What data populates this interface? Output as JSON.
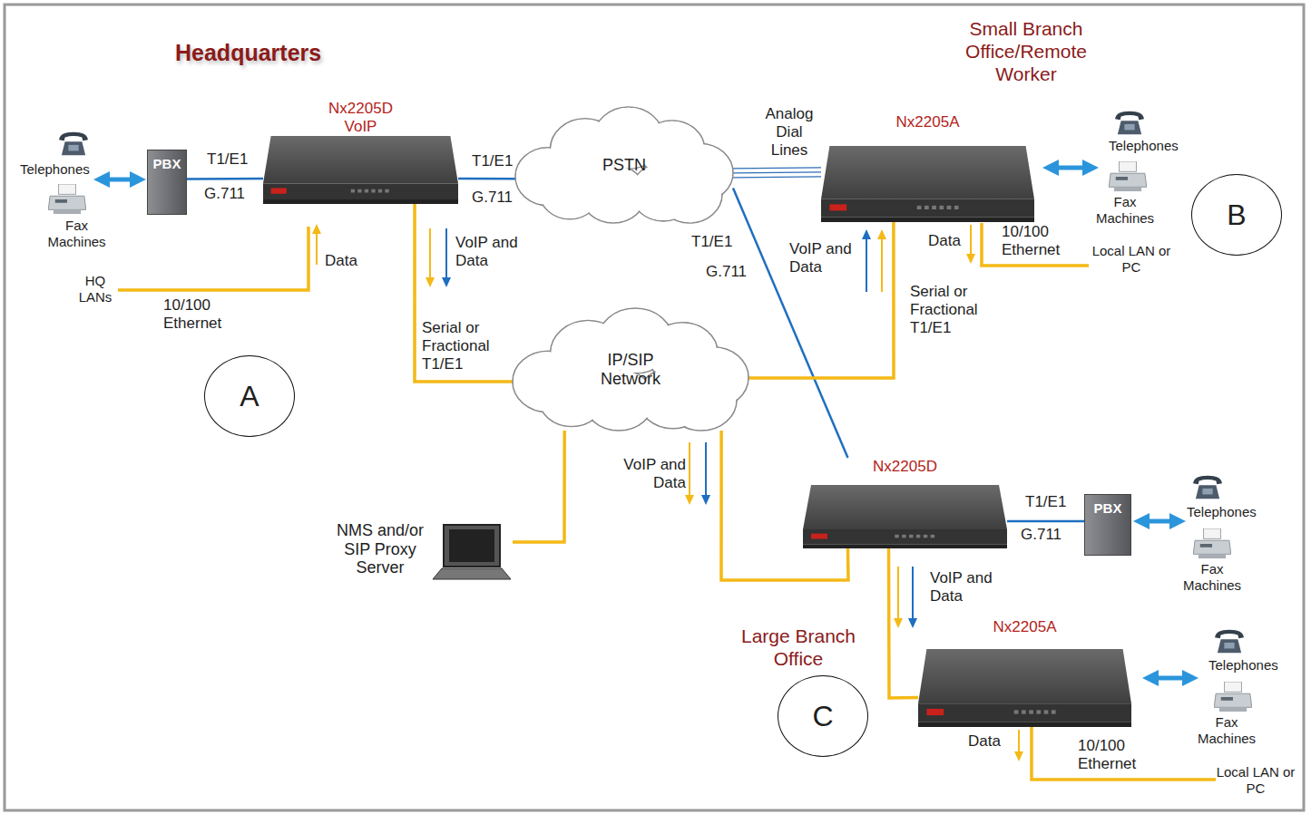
{
  "diagram": {
    "nodes": [
      {
        "text": [
          "PBX"
        ]
      },
      {
        "text": [
          "Nx2205D VoIP"
        ]
      },
      {
        "text": [
          "PSTN"
        ]
      },
      {
        "text": [
          "Nx2205A"
        ]
      },
      {
        "text": [
          "B"
        ]
      },
      {
        "text": [
          "IP/SIP Network"
        ]
      },
      {
        "text": [
          "A"
        ]
      },
      {
        "text": [
          "NMS and/or SIP Proxy Server"
        ]
      },
      {
        "text": [
          "Nx2205D"
        ]
      },
      {
        "text": [
          "PBX"
        ]
      },
      {
        "text": [
          "Nx2205A"
        ]
      },
      {
        "text": [
          "C"
        ]
      }
    ],
    "edges": [
      {
        "from": 0,
        "to": 1,
        "arrow": "none",
        "label": "T1/E1"
      },
      {
        "from": 1,
        "to": 2,
        "arrow": "none",
        "label": "T1/E1"
      },
      {
        "from": 2,
        "to": 3,
        "arrow": "none",
        "label": "Analog Dial Lines"
      },
      {
        "from": 2,
        "to": 8,
        "arrow": "none",
        "label": "T1/E1"
      },
      {
        "from": 1,
        "to": 5,
        "arrow": "none",
        "label": "Serial or Fractional T1/E1"
      },
      {
        "from": 5,
        "to": 3,
        "arrow": "none",
        "label": "Serial or Fractional T1/E1"
      },
      {
        "from": 5,
        "to": 7,
        "arrow": "none"
      },
      {
        "from": 5,
        "to": 8,
        "arrow": "none"
      },
      {
        "from": 8,
        "to": 9,
        "arrow": "none",
        "label": "T1/E1"
      },
      {
        "from": 8,
        "to": 10,
        "arrow": "none"
      }
    ],
    "labels": [
      "Headquarters",
      "Small Branch Office/Remote Worker",
      "Large Branch Office",
      "Telephones",
      "Fax Machines",
      "HQ LANs",
      "10/100 Ethernet",
      "Data",
      "VoIP and Data",
      "G.711",
      "G.711",
      "G.711",
      "Telephones",
      "Fax Machines",
      "Data",
      "10/100 Ethernet",
      "Local LAN or PC",
      "VoIP and Data",
      "VoIP and Data",
      "G.711",
      "Telephones",
      "Fax Machines",
      "VoIP and Data",
      "Telephones",
      "Fax Machines",
      "Data",
      "10/100 Ethernet",
      "Local LAN or PC"
    ]
  }
}
